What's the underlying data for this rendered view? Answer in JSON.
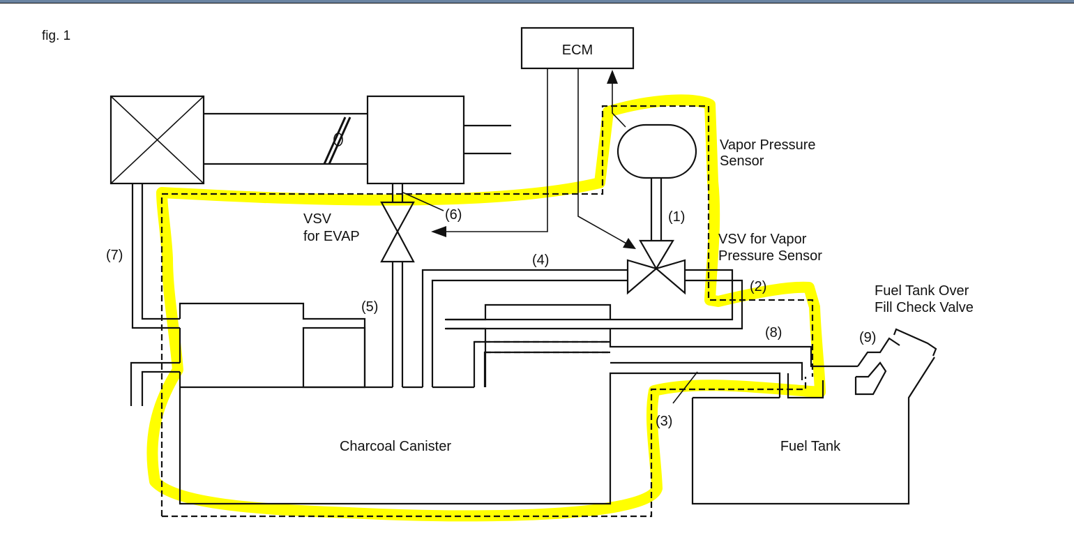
{
  "figure": {
    "caption": "fig. 1",
    "highlight_color": "#ffff00",
    "topbar_color": "#6a84a2"
  },
  "components": {
    "ecm": "ECM",
    "vapor_pressure_sensor": [
      "Vapor Pressure",
      "Sensor"
    ],
    "vsv_vapor_pressure_sensor": [
      "VSV for Vapor",
      "Pressure Sensor"
    ],
    "vsv_evap": [
      "VSV",
      "for EVAP"
    ],
    "fuel_tank_over_fill_check_valve": [
      "Fuel Tank Over",
      "Fill Check Valve"
    ],
    "charcoal_canister": "Charcoal Canister",
    "fuel_tank": "Fuel Tank"
  },
  "callouts": {
    "c1": "(1)",
    "c2": "(2)",
    "c3": "(3)",
    "c4": "(4)",
    "c5": "(5)",
    "c6": "(6)",
    "c7": "(7)",
    "c8": "(8)",
    "c9": "(9)"
  }
}
